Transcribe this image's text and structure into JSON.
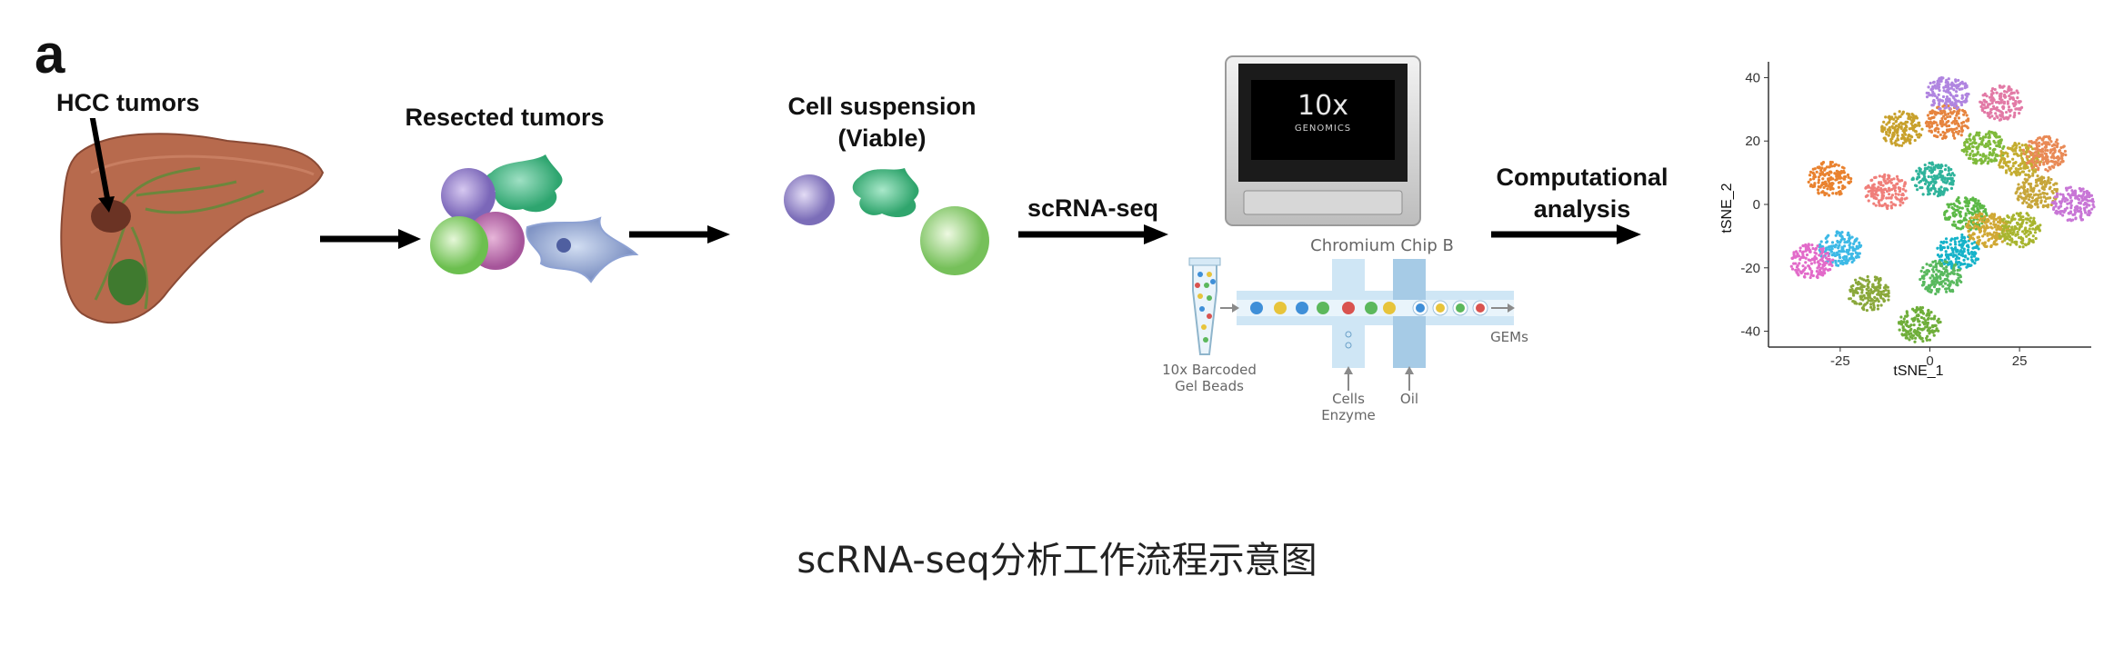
{
  "panel_letter": "a",
  "steps": {
    "hcc": "HCC tumors",
    "resected": "Resected tumors",
    "suspension_1": "Cell suspension",
    "suspension_2": "(Viable)",
    "scrna": "scRNA-seq",
    "computational_1": "Computational",
    "computational_2": "analysis"
  },
  "instrument": {
    "logo_main": "10x",
    "logo_sub": "GENOMICS"
  },
  "chip": {
    "title": "Chromium Chip B",
    "beads_1": "10x Barcoded",
    "beads_2": "Gel Beads",
    "cells_1": "Cells",
    "cells_2": "Enzyme",
    "oil": "Oil",
    "gems": "GEMs"
  },
  "chart_data": {
    "type": "scatter",
    "xlabel": "tSNE_1",
    "ylabel": "tSNE_2",
    "xlim": [
      -45,
      45
    ],
    "ylim": [
      -45,
      45
    ],
    "xticks": [
      -25,
      0,
      25
    ],
    "yticks": [
      40,
      20,
      0,
      -20,
      -40
    ],
    "clusters": [
      {
        "x": -12,
        "y": 4,
        "color": "#f07f7a"
      },
      {
        "x": -28,
        "y": 8,
        "color": "#e9822f"
      },
      {
        "x": -25,
        "y": -14,
        "color": "#3db9e6"
      },
      {
        "x": -17,
        "y": -28,
        "color": "#8aa83b"
      },
      {
        "x": -8,
        "y": 24,
        "color": "#c8a12c"
      },
      {
        "x": 1,
        "y": 8,
        "color": "#2fb39b"
      },
      {
        "x": 5,
        "y": 26,
        "color": "#e6843e"
      },
      {
        "x": 15,
        "y": 18,
        "color": "#7fba3b"
      },
      {
        "x": 25,
        "y": 14,
        "color": "#c4ad31"
      },
      {
        "x": 10,
        "y": -3,
        "color": "#5cb947"
      },
      {
        "x": 8,
        "y": -15,
        "color": "#16b3c9"
      },
      {
        "x": 16,
        "y": -8,
        "color": "#d0a834"
      },
      {
        "x": 25,
        "y": -8,
        "color": "#a8b52f"
      },
      {
        "x": 30,
        "y": 4,
        "color": "#c7a63a"
      },
      {
        "x": 32,
        "y": 16,
        "color": "#e98a56"
      },
      {
        "x": 40,
        "y": 0,
        "color": "#c876d6"
      },
      {
        "x": -3,
        "y": -38,
        "color": "#6fae3a"
      },
      {
        "x": 5,
        "y": 35,
        "color": "#b085e0"
      },
      {
        "x": 3,
        "y": -23,
        "color": "#59b95e"
      },
      {
        "x": 20,
        "y": 32,
        "color": "#e27aa6"
      },
      {
        "x": -33,
        "y": -18,
        "color": "#e26ac9"
      }
    ]
  },
  "caption": "scRNA-seq分析工作流程示意图"
}
